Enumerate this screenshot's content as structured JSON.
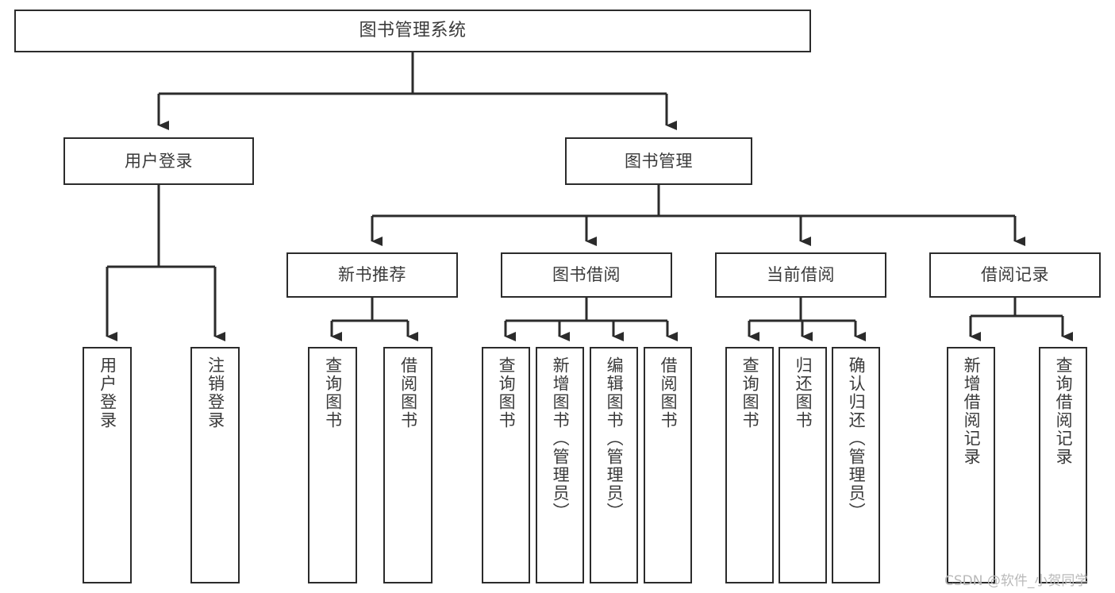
{
  "diagram": {
    "title": "图书管理系统",
    "type": "tree",
    "watermark": "CSDN @软件_小贺同学",
    "colors": {
      "box_border": "#2b2b2b",
      "box_fill": "#ffffff",
      "text": "#3a3a3a",
      "connector": "#2b2b2b",
      "watermark": "#b9b9b9",
      "background": "#ffffff"
    },
    "levels": {
      "root": {
        "label": "图书管理系统"
      },
      "level2": [
        {
          "label": "用户登录"
        },
        {
          "label": "图书管理"
        }
      ],
      "level3": [
        {
          "label": "新书推荐"
        },
        {
          "label": "图书借阅"
        },
        {
          "label": "当前借阅"
        },
        {
          "label": "借阅记录"
        }
      ],
      "leaves": {
        "user_login": [
          {
            "label": "用户登录"
          },
          {
            "label": "注销登录"
          }
        ],
        "new_book_recommend": [
          {
            "label": "查询图书"
          },
          {
            "label": "借阅图书"
          }
        ],
        "book_borrow": [
          {
            "label": "查询图书"
          },
          {
            "label": "新增图书（管理员）"
          },
          {
            "label": "编辑图书（管理员）"
          },
          {
            "label": "借阅图书"
          }
        ],
        "current_borrow": [
          {
            "label": "查询图书"
          },
          {
            "label": "归还图书"
          },
          {
            "label": "确认归还（管理员）"
          }
        ],
        "borrow_record": [
          {
            "label": "新增借阅记录"
          },
          {
            "label": "查询借阅记录"
          }
        ]
      }
    }
  }
}
